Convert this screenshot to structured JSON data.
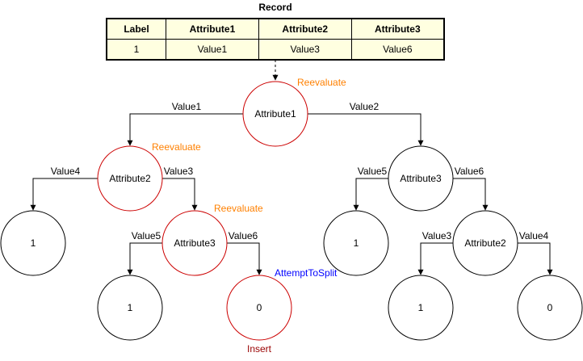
{
  "record": {
    "title": "Record",
    "headers": [
      "Label",
      "Attribute1",
      "Attribute2",
      "Attribute3"
    ],
    "row": [
      "1",
      "Value1",
      "Value3",
      "Value6"
    ]
  },
  "tree": {
    "nodes": [
      {
        "id": "root",
        "label": "Attribute1",
        "highlight": true,
        "annotation": "Reevaluate",
        "annotation_color": "orange"
      },
      {
        "id": "a2-left",
        "label": "Attribute2",
        "highlight": true,
        "annotation": "Reevaluate",
        "annotation_color": "orange"
      },
      {
        "id": "a3-right",
        "label": "Attribute3",
        "highlight": false
      },
      {
        "id": "leaf-1a",
        "label": "1",
        "highlight": false
      },
      {
        "id": "a3-mid",
        "label": "Attribute3",
        "highlight": true,
        "annotation": "Reevaluate",
        "annotation_color": "orange"
      },
      {
        "id": "leaf-1b",
        "label": "1",
        "highlight": false
      },
      {
        "id": "a2-right",
        "label": "Attribute2",
        "highlight": false
      },
      {
        "id": "leaf-1c",
        "label": "1",
        "highlight": false
      },
      {
        "id": "leaf-0-insert",
        "label": "0",
        "highlight": true,
        "annotation": "AttemptToSplit",
        "annotation_color": "blue",
        "below": "Insert"
      },
      {
        "id": "leaf-1d",
        "label": "1",
        "highlight": false
      },
      {
        "id": "leaf-0-right",
        "label": "0",
        "highlight": false
      }
    ],
    "edges": [
      {
        "from": "root",
        "to": "a2-left",
        "label": "Value1"
      },
      {
        "from": "root",
        "to": "a3-right",
        "label": "Value2"
      },
      {
        "from": "a2-left",
        "to": "leaf-1a",
        "label": "Value4"
      },
      {
        "from": "a2-left",
        "to": "a3-mid",
        "label": "Value3"
      },
      {
        "from": "a3-mid",
        "to": "leaf-1b",
        "label": "Value5"
      },
      {
        "from": "a3-mid",
        "to": "leaf-0-insert",
        "label": "Value6"
      },
      {
        "from": "a3-right",
        "to": "leaf-1c",
        "label": "Value5"
      },
      {
        "from": "a3-right",
        "to": "a2-right",
        "label": "Value6"
      },
      {
        "from": "a2-right",
        "to": "leaf-1d",
        "label": "Value3"
      },
      {
        "from": "a2-right",
        "to": "leaf-0-right",
        "label": "Value4"
      }
    ]
  },
  "colors": {
    "highlight": "#cc0000",
    "normal": "#000000",
    "orange": "#ff8000",
    "blue": "#0000ff",
    "insert": "#990000"
  }
}
